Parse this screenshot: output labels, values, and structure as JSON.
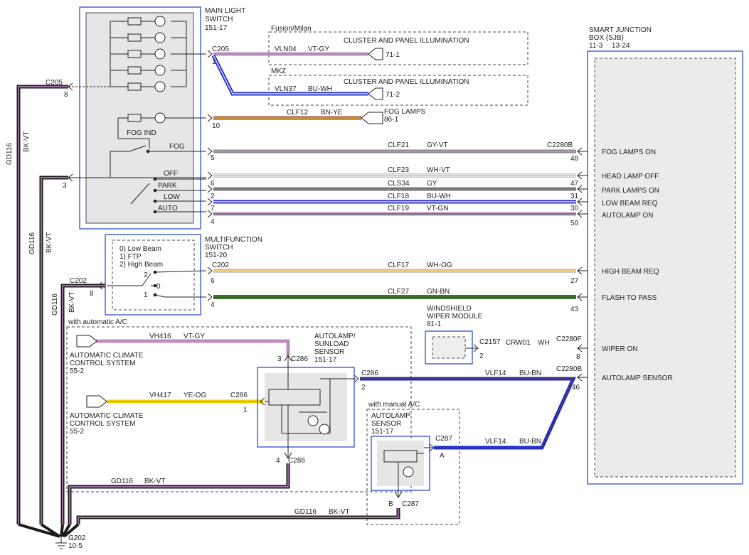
{
  "main_switch": {
    "title": "MAIN LIGHT",
    "title2": "SWITCH",
    "part": "151-17"
  },
  "main_switch_labels": {
    "fog_ind": "FOG IND",
    "fog": "FOG",
    "off": "OFF",
    "park": "PARK",
    "low": "LOW",
    "auto": "AUTO"
  },
  "sjb": {
    "title": "SMART JUNCTION",
    "title2": "BOX (SJB)",
    "page1": "11-3",
    "page2": "13-24"
  },
  "multifunction": {
    "title": "MULTIFUNCTION",
    "title2": "SWITCH",
    "part": "151-20",
    "opt0": "0) Low Beam",
    "opt1": "1) FTP",
    "opt2": "2) High Beam"
  },
  "fusion_box": {
    "label": "Fusion/Milan",
    "circuit": "VLN04",
    "color": "VT-GY",
    "dest": "CLUSTER AND PANEL ILLUMINATION",
    "ref": "71-1"
  },
  "mkz_box": {
    "label": "MKZ",
    "circuit": "VLN37",
    "color": "BU-WH",
    "dest": "CLUSTER AND PANEL ILLUMINATION",
    "ref": "71-2"
  },
  "fog_lamps": {
    "circuit": "CLF12",
    "color": "BN-YE",
    "dest": "FOG LAMPS",
    "ref": "86-1",
    "pin": "10"
  },
  "connectors": {
    "c205": "C205",
    "c205_pin1": "1",
    "c205_pin8": "8",
    "pin3": "3",
    "c202": "C202",
    "c202_pin8": "8",
    "c2280b": "C2280B",
    "c2280b_2": "C2280B",
    "c2280f": "C2280F",
    "c2157": "C2157",
    "c2157_pin": "2",
    "c286": "C286",
    "c286_2": "C286",
    "c286_3": "C286",
    "c286_4": "C286",
    "c287": "C287",
    "c287_b": "C287",
    "pin_a": "A",
    "pin_b": "B",
    "pin_2": "2",
    "pin_1": "1",
    "pin_3": "3",
    "pin_4": "4",
    "mf_pin2": "2",
    "mf_pin0": "0",
    "mf_pin1": "1",
    "wiper_pin": "8",
    "sensor_pin": "46"
  },
  "wires": [
    {
      "circuit": "CLF21",
      "color": "GY-VT",
      "left_pin": "5",
      "right_pin": "48",
      "sjb_label": "FOG LAMPS ON",
      "c1": "#8a8a8a",
      "c2": "#c98acb"
    },
    {
      "circuit": "CLF23",
      "color": "WH-VT",
      "left_pin": "",
      "right_pin": "",
      "sjb_label": "HEAD LAMP OFF",
      "c1": "#ffffff",
      "c2": "#c98acb"
    },
    {
      "circuit": "CLS34",
      "color": "GY",
      "left_pin": "6",
      "right_pin": "47",
      "sjb_label": "PARK LAMPS ON",
      "c1": "#8a8a8a",
      "c2": "#8a8a8a"
    },
    {
      "circuit": "CLF18",
      "color": "BU-WH",
      "left_pin": "2",
      "right_pin": "31",
      "sjb_label": "LOW BEAM REQ",
      "c1": "#1f2bd0",
      "c2": "#ffffff"
    },
    {
      "circuit": "CLF19",
      "color": "VT-GN",
      "left_pin": "7",
      "right_pin": "30",
      "sjb_label": "AUTOLAMP ON",
      "c1": "#c98acb",
      "c2": "#2c7d2c"
    },
    {
      "circuit": "",
      "color": "",
      "left_pin": "4",
      "right_pin": "50",
      "sjb_label": "",
      "c1": "",
      "c2": ""
    }
  ],
  "mf_wires": [
    {
      "circuit": "CLF17",
      "color": "WH-OG",
      "conn": "C202",
      "left_pin": "6",
      "right_pin": "27",
      "sjb_label": "HIGH BEAM REQ"
    },
    {
      "circuit": "CLF27",
      "color": "GN-BN",
      "conn": "",
      "left_pin": "4",
      "right_pin": "43",
      "sjb_label": "FLASH TO PASS"
    }
  ],
  "wiper": {
    "title": "WINDSHIELD",
    "title2": "WIPER MODULE",
    "ref": "81-1",
    "circuit": "CRW01",
    "color": "WH",
    "sjb_label": "WIPER ON"
  },
  "auto_ac": {
    "label": "with automatic A/C",
    "sensor1": "AUTOLAMP/",
    "sensor2": "SUNLOAD",
    "sensor3": "SENSOR",
    "sensor_part": "151-17"
  },
  "acc1": {
    "circuit": "VH416",
    "color": "VT-GY",
    "name1": "AUTOMATIC CLIMATE",
    "name2": "CONTROL SYSTEM",
    "ref": "55-2"
  },
  "acc2": {
    "circuit": "VH417",
    "color": "YE-OG",
    "name1": "AUTOMATIC CLIMATE",
    "name2": "CONTROL SYSTEM",
    "ref": "55-2"
  },
  "vlf14": {
    "circuit": "VLF14",
    "color": "BU-BN",
    "circuit2": "VLF14",
    "color2": "BU-BN",
    "sjb_label": "AUTOLAMP SENSOR"
  },
  "manual_ac": {
    "label": "with manual A/C",
    "sensor1": "AUTOLAMP",
    "sensor2": "SENSOR",
    "part": "151-17"
  },
  "ground": {
    "gd116": "GD116",
    "bkvt": "BK-VT",
    "gd116_b": "GD116",
    "bkvt_b": "BK-VT",
    "gd116_c": "GD116",
    "bkvt_c": "BK-VT",
    "gd116_d": "GD116",
    "bkvt_d": "BK-VT",
    "gd116_e": "GD116",
    "bkvt_e": "BK-VT",
    "g202": "G202",
    "g202_ref": "10-5"
  },
  "colors": {
    "outline_blue": "#3f57d8",
    "sjb_fill": "#ebebeb",
    "wire_black": "#1a1a1a",
    "wire_violet": "#c98acb"
  }
}
